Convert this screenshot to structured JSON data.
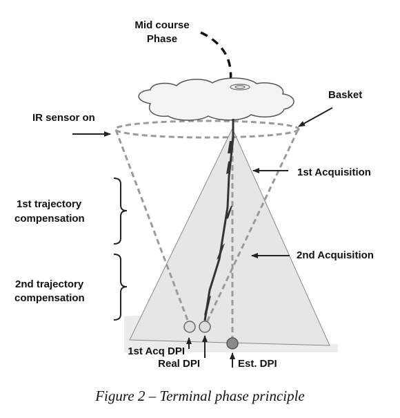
{
  "labels": {
    "midcourse_line1": "Mid course",
    "midcourse_line2": "Phase",
    "basket": "Basket",
    "ir_sensor_on": "IR sensor on",
    "first_acquisition": "1st Acquisition",
    "second_acquisition": "2nd Acquisition",
    "first_traj_line1": "1st trajectory",
    "first_traj_line2": "compensation",
    "second_traj_line1": "2nd trajectory",
    "second_traj_line2": "compensation",
    "first_acq_dpi": "1st Acq DPI",
    "real_dpi": "Real DPI",
    "est_dpi": "Est. DPI"
  },
  "caption": "Figure 2 – Terminal phase principle",
  "colors": {
    "cone_fill": "#e6e6e6",
    "cloud_fill": "#f4f4f4",
    "dashed": "#9a9a9a",
    "trajectory": "#333333",
    "text": "#111111",
    "est_dpi_marker": "#8a8a8a",
    "dpi_marker": "#dedede"
  }
}
